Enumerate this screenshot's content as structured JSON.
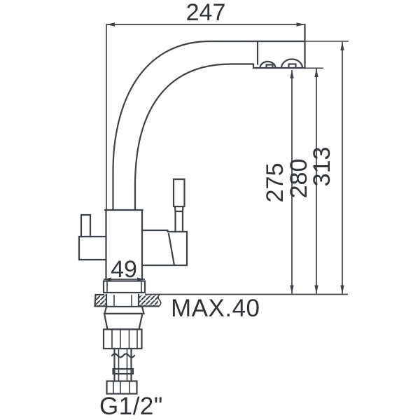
{
  "drawing": {
    "dimensions": {
      "spout_reach": {
        "value": "247",
        "orientation": "horizontal"
      },
      "aerator_height": {
        "value": "275",
        "orientation": "vertical"
      },
      "spout_underside_height": {
        "value": "280",
        "orientation": "vertical"
      },
      "overall_height": {
        "value": "313",
        "orientation": "vertical"
      },
      "base_width": {
        "value": "49",
        "orientation": "horizontal"
      },
      "max_mounting_thickness": {
        "value": "MAX.40",
        "orientation": "horizontal"
      },
      "inlet_thread": {
        "value": "G1/2\"",
        "orientation": "horizontal"
      }
    },
    "style": {
      "line_color": "#3d4148",
      "text_color": "#2f3338",
      "background_color": "#ffffff"
    }
  }
}
